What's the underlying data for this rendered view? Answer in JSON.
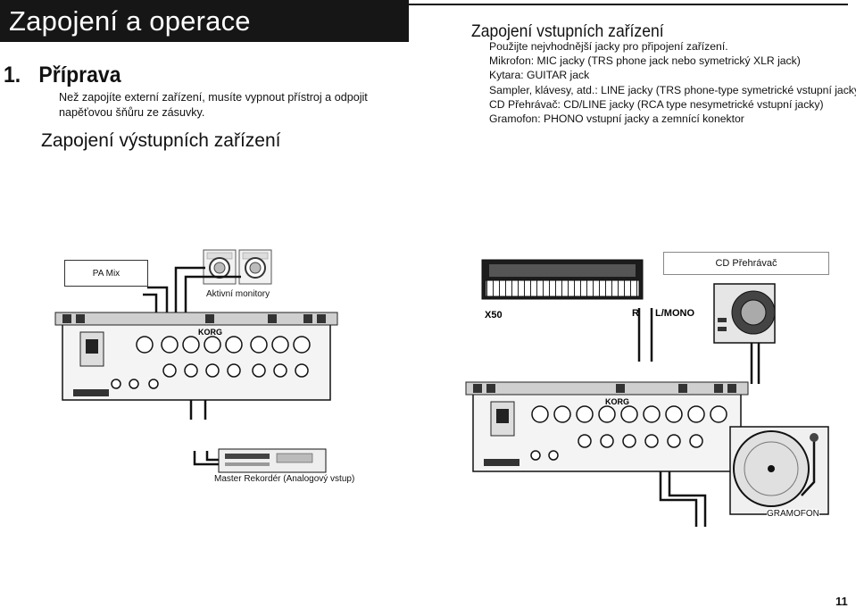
{
  "header": {
    "title": "Zapojení a operace"
  },
  "prep": {
    "number": "1.",
    "title": "Příprava",
    "text": "Než zapojíte externí zařízení, musíte vypnout přístroj a odpojit napěťovou šňůru ze zásuvky."
  },
  "output_section": {
    "title": "Zapojení výstupních zařízení"
  },
  "input_section": {
    "title": "Zapojení vstupních zařízení",
    "lines": [
      "Použijte nejvhodnější jacky pro připojení zařízení.",
      "Mikrofon: MIC jacky (TRS phone jack nebo symetrický XLR jack)",
      "Kytara: GUITAR jack",
      "Sampler, klávesy, atd.: LINE jacky (TRS phone-type symetrické vstupní jacky)",
      "CD Přehrávač:  CD/LINE jacky (RCA type nesymetrické vstupní jacky)",
      "Gramofon: PHONO vstupní jacky a zemnící konektor"
    ]
  },
  "diagram_labels": {
    "pa_mix": "PA Mix",
    "monitors": "Aktivní  monitory",
    "master_recorder": "Master Rekordér (Analogový vstup)",
    "cd_player": "CD Přehrávač",
    "gramofon": "GRAMOFON",
    "keyboard_model": "X50",
    "keyboard_out": "L/MONO",
    "keyboard_r": "R",
    "brand": "KORG"
  },
  "page_number": "11"
}
